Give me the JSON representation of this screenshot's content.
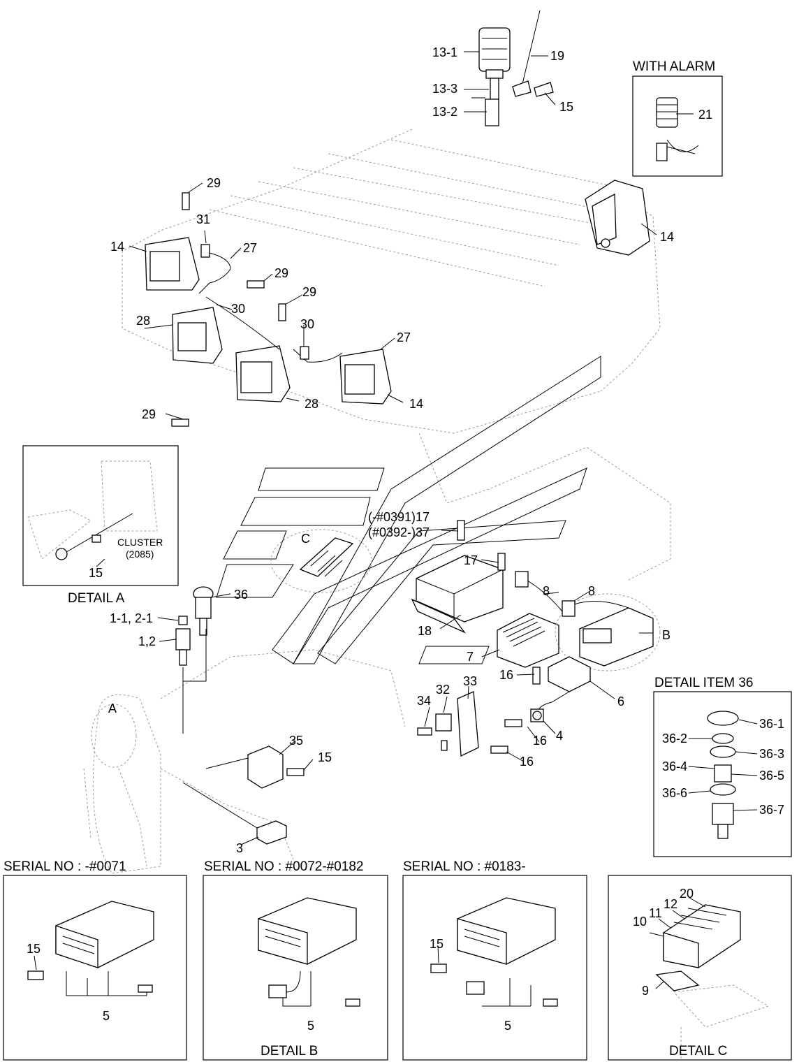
{
  "detail_titles": {
    "with_alarm": "WITH ALARM",
    "detail_a": "DETAIL A",
    "detail_b": "DETAIL B",
    "detail_c": "DETAIL C",
    "detail_item_36": "DETAIL ITEM 36"
  },
  "serial_headers": {
    "s1": "SERIAL NO : -#0071",
    "s2": "SERIAL NO : #0072-#0182",
    "s3": "SERIAL NO : #0183-"
  },
  "cluster_note": {
    "line1": "CLUSTER",
    "line2": "(2085)"
  },
  "detail_markers": {
    "a": "A",
    "b": "B",
    "c": "C"
  },
  "callouts": {
    "c13_1": "13-1",
    "c13_3": "13-3",
    "c13_2": "13-2",
    "c19": "19",
    "c15_top": "15",
    "c21": "21",
    "c29_a": "29",
    "c31": "31",
    "c14_left": "14",
    "c27_a": "27",
    "c29_b": "29",
    "c29_c": "29",
    "c30_a": "30",
    "c28_a": "28",
    "c30_b": "30",
    "c27_b": "27",
    "c28_b": "28",
    "c14_mid": "14",
    "c29_d": "29",
    "c14_right": "14",
    "c15_a": "15",
    "c17_top": "(-#0391)17",
    "c37": "(#0392-)37",
    "c17": "17",
    "c8_a": "8",
    "c8_b": "8",
    "c18": "18",
    "c7": "7",
    "c16_a": "16",
    "c6": "6",
    "c4": "4",
    "c16_b": "16",
    "c16_c": "16",
    "c33": "33",
    "c32": "32",
    "c34": "34",
    "c36": "36",
    "c1_1": "1-1, 2-1",
    "c1_2": "1,2",
    "c35": "35",
    "c15_mid": "15",
    "c3": "3",
    "c36_1": "36-1",
    "c36_2": "36-2",
    "c36_3": "36-3",
    "c36_4": "36-4",
    "c36_5": "36-5",
    "c36_6": "36-6",
    "c36_7": "36-7",
    "c15_s1": "15",
    "c5_s1": "5",
    "c5_s2": "5",
    "c15_s3": "15",
    "c5_s3": "5",
    "c20": "20",
    "c12": "12",
    "c11": "11",
    "c10": "10",
    "c9": "9"
  }
}
